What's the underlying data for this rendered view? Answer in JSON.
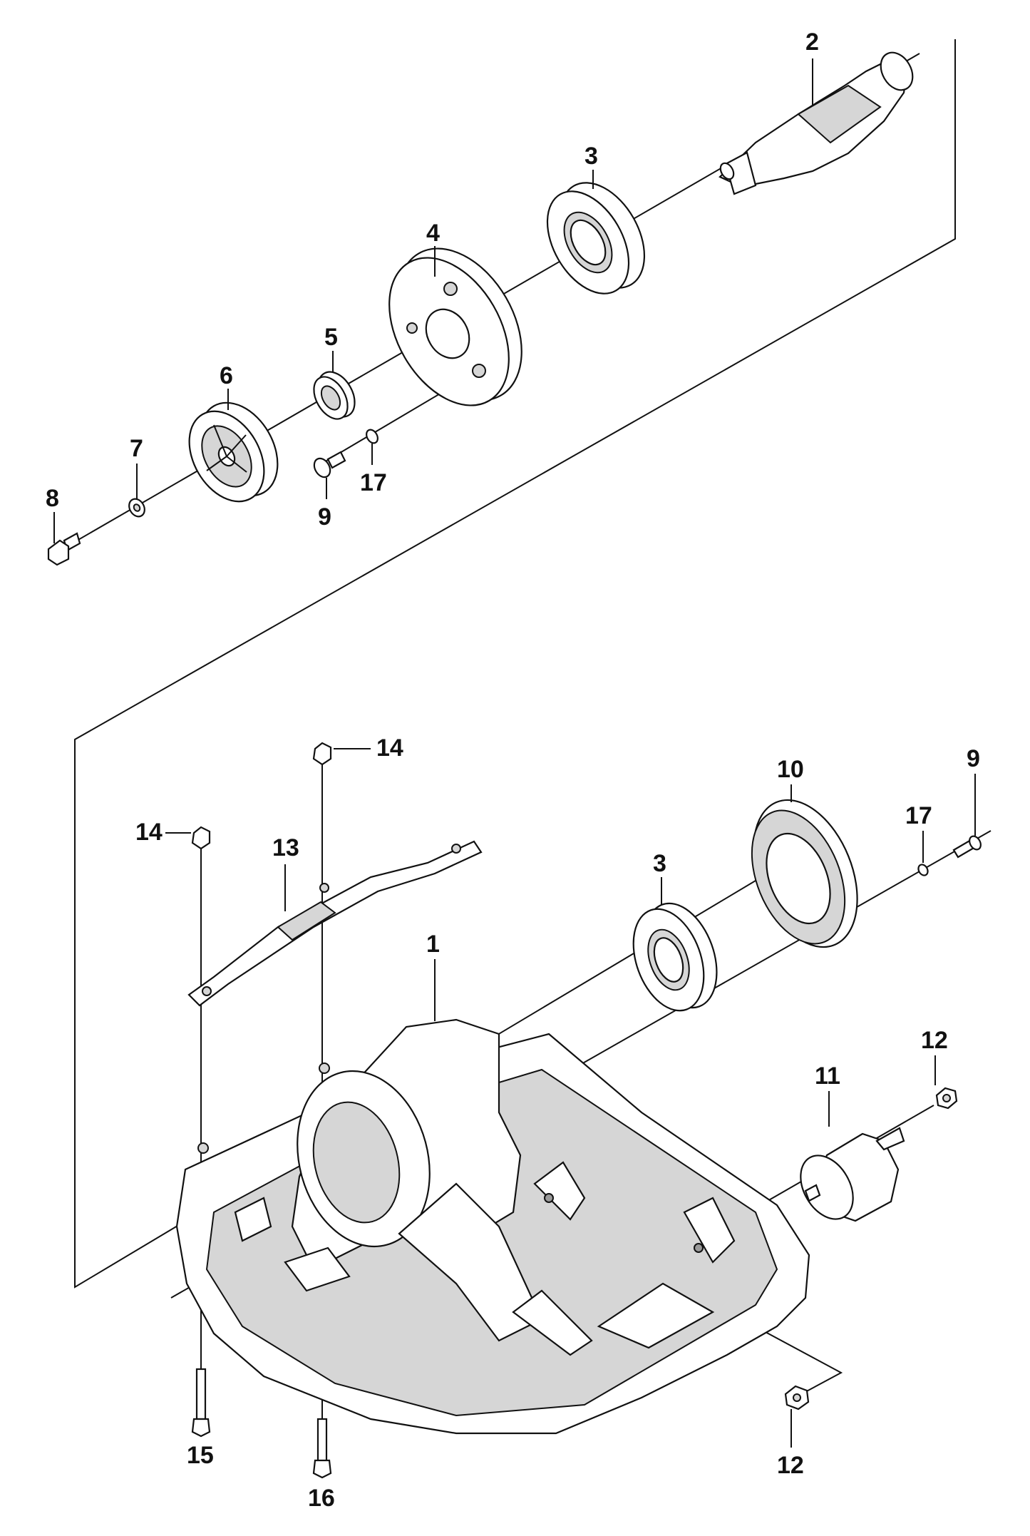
{
  "callouts": {
    "c1": "1",
    "c2": "2",
    "c3a": "3",
    "c3b": "3",
    "c4": "4",
    "c5": "5",
    "c6": "6",
    "c7": "7",
    "c8": "8",
    "c9a": "9",
    "c9b": "9",
    "c10": "10",
    "c11": "11",
    "c12a": "12",
    "c12b": "12",
    "c13": "13",
    "c14a": "14",
    "c14b": "14",
    "c15": "15",
    "c16": "16",
    "c17a": "17",
    "c17b": "17"
  }
}
